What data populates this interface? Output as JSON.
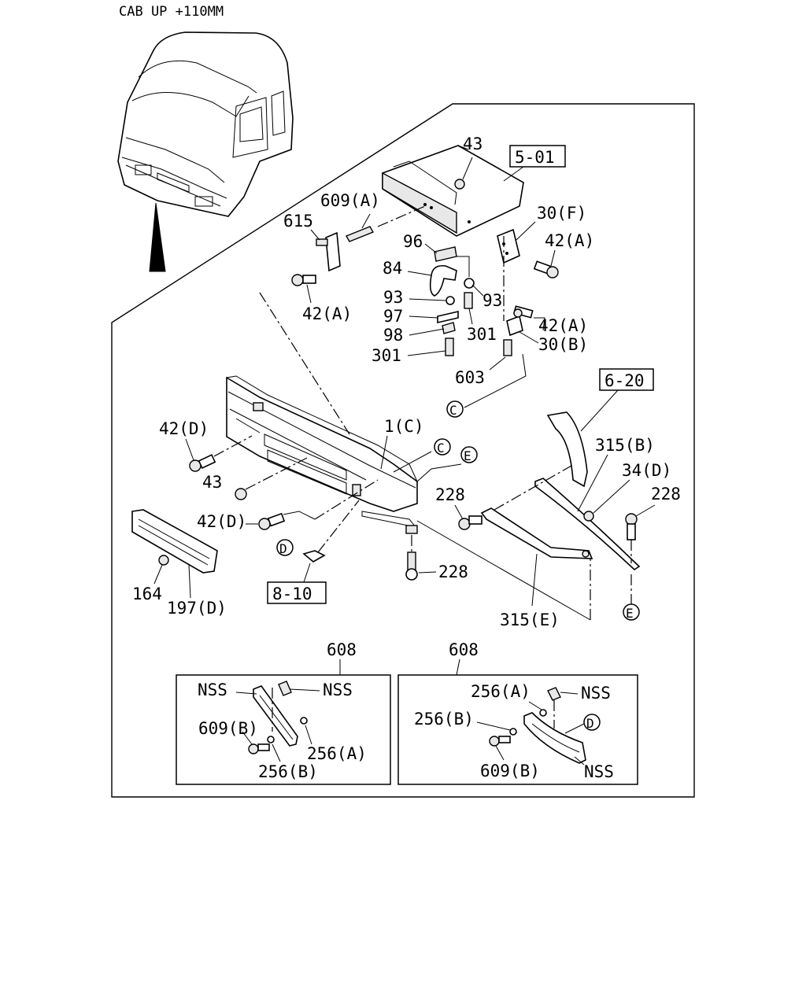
{
  "header": {
    "title": "CAB UP +110MM"
  },
  "refs": {
    "r501": "5-01",
    "r620": "6-20",
    "r810": "8-10"
  },
  "circles": {
    "C": "C",
    "D": "D",
    "E": "E"
  },
  "labels": {
    "p43_top": "43",
    "p609A": "609(A)",
    "p615": "615",
    "p30F": "30(F)",
    "p42A_1": "42(A)",
    "p96": "96",
    "p84": "84",
    "p93_a": "93",
    "p93_b": "93",
    "p97": "97",
    "p98": "98",
    "p301_a": "301",
    "p301_b": "301",
    "p42A_2": "42(A)",
    "p42A_3": "42(A)",
    "p30B": "30(B)",
    "p603": "603",
    "p1C": "1(C)",
    "p42D_1": "42(D)",
    "p43_mid": "43",
    "p42D_2": "42(D)",
    "p164": "164",
    "p197D": "197(D)",
    "p228_a": "228",
    "p228_b": "228",
    "p228_c": "228",
    "p315B": "315(B)",
    "p34D": "34(D)",
    "p315E": "315(E)"
  },
  "inset_left": {
    "header": "608",
    "nss_a": "NSS",
    "nss_b": "NSS",
    "p609B": "609(B)",
    "p256A": "256(A)",
    "p256B": "256(B)"
  },
  "inset_right": {
    "header": "608",
    "p256A": "256(A)",
    "nss_a": "NSS",
    "p256B": "256(B)",
    "p609B": "609(B)",
    "nss_b": "NSS"
  }
}
